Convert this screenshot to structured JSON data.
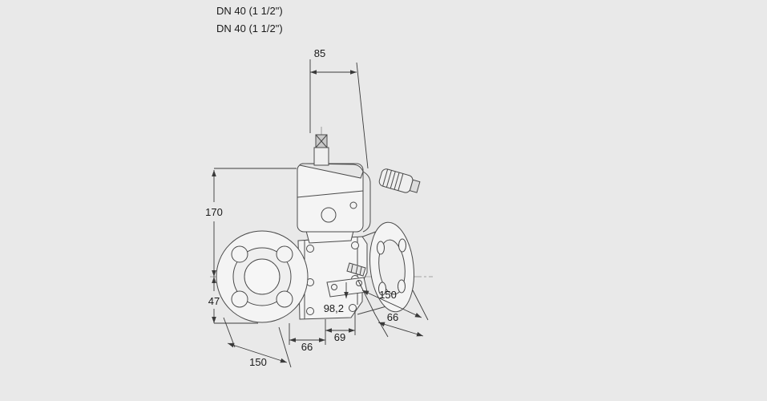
{
  "page": {
    "background": "#e9e9e9",
    "description": "Technical dimension drawing of a flanged gas solenoid valve"
  },
  "titles": {
    "line1": "DN 40 (1 1/2\")",
    "line2": "DN 40 (1 1/2\")"
  },
  "dimensions": {
    "d85": "85",
    "d170": "170",
    "d47": "47",
    "d150_bottom": "150",
    "d66_bottom": "66",
    "d69": "69",
    "d98_2": "98,2",
    "d150_right": "150",
    "d66_right": "66"
  },
  "colors": {
    "background": "#e9e9e9",
    "outline": "#4a4a4a",
    "dimension_line": "#3a3a3a",
    "centerline": "#8a8a8a",
    "fill_light": "#f4f4f4",
    "fill_mid": "#e6e6e6",
    "text": "#1a1a1a"
  }
}
